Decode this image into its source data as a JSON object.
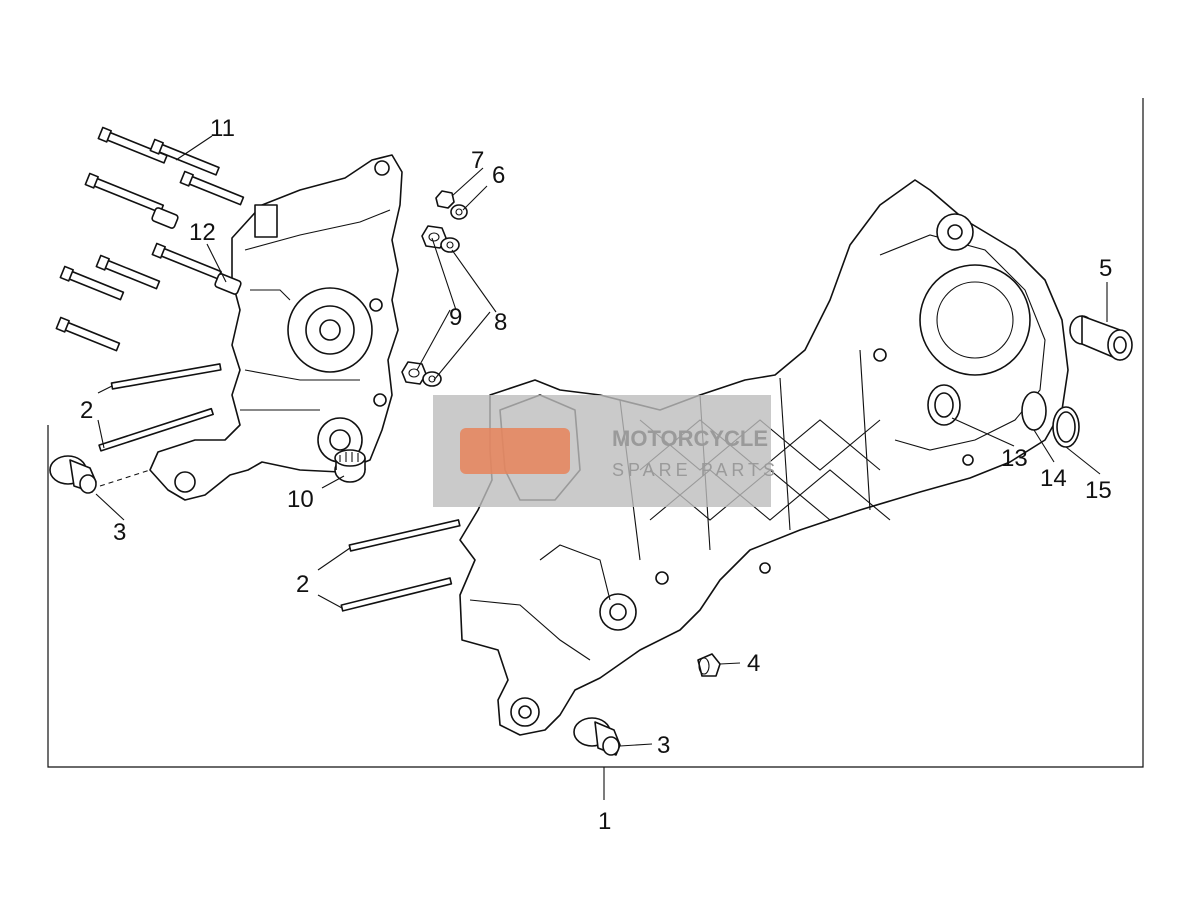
{
  "callouts": {
    "c1": "1",
    "c2a": "2",
    "c2b": "2",
    "c3a": "3",
    "c3b": "3",
    "c4": "4",
    "c5": "5",
    "c6": "6",
    "c7": "7",
    "c8": "8",
    "c9": "9",
    "c10": "10",
    "c11": "11",
    "c12": "12",
    "c13": "13",
    "c14": "14",
    "c15": "15"
  },
  "watermark": {
    "line1": "MOTORCYCLE",
    "line2": "SPARE PARTS"
  },
  "colors": {
    "line": "#111111",
    "watermark_box": "#bdbdbd",
    "watermark_logo": "#e8845a"
  }
}
